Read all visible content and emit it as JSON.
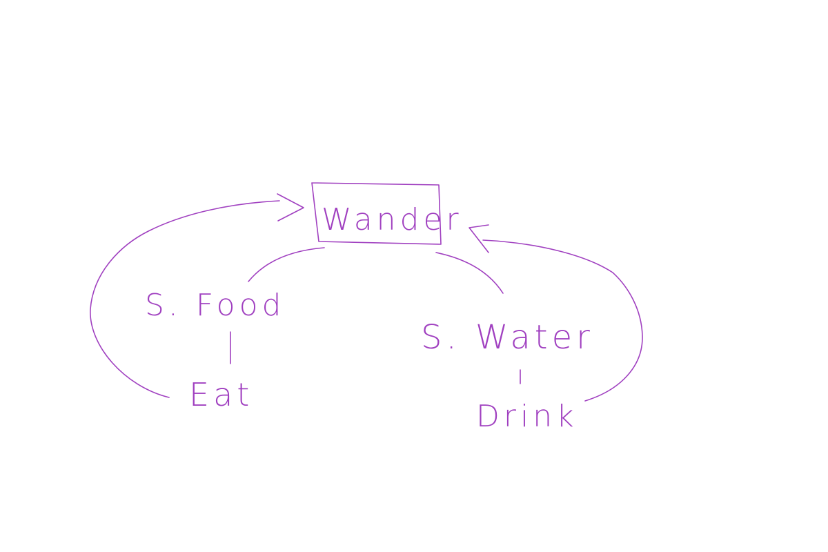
{
  "diagram": {
    "nodes": {
      "wander": "Wander",
      "food": "S. Food",
      "eat": "Eat",
      "water": "S. Water",
      "drink": "Drink"
    }
  },
  "colors": {
    "ink": "#a040c0",
    "background": "#ffffff"
  }
}
